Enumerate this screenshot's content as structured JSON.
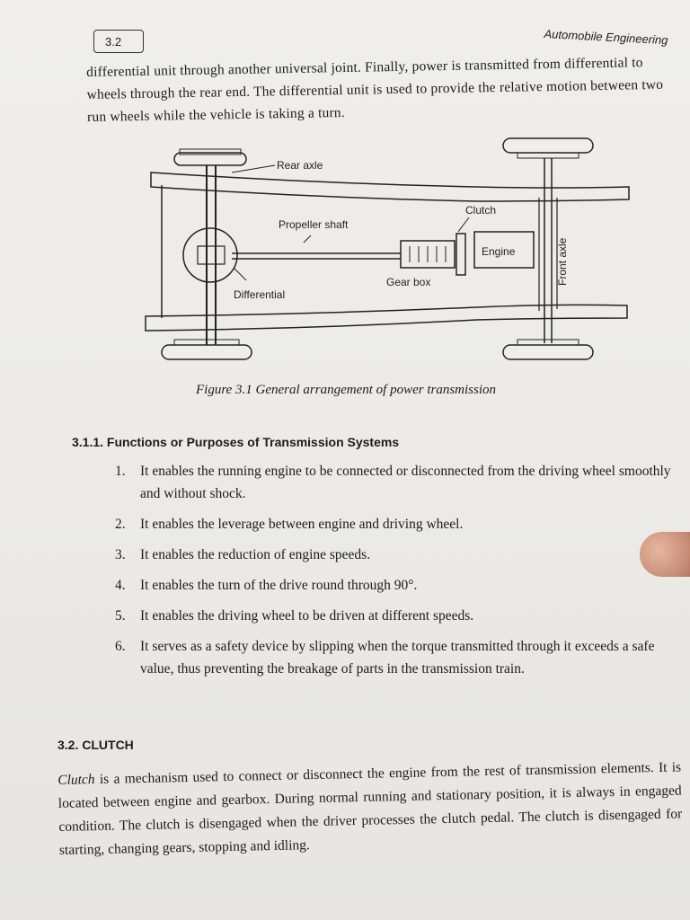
{
  "header": {
    "page_number": "3.2",
    "book_title": "Automobile Engineering"
  },
  "intro_text": "differential unit through another universal joint. Finally, power is transmitted from differential to wheels through the rear end. The differential unit is used to provide the relative motion between two run wheels while the vehicle is taking a turn.",
  "figure": {
    "labels": {
      "rear_axle": "Rear axle",
      "propeller_shaft": "Propeller shaft",
      "clutch": "Clutch",
      "engine": "Engine",
      "front_axle": "Front axle",
      "gear_box": "Gear box",
      "differential": "Differential"
    },
    "caption": "Figure 3.1 General arrangement of power transmission"
  },
  "section_311": {
    "heading": "3.1.1.  Functions or Purposes of Transmission Systems",
    "items": [
      {
        "num": "1.",
        "text": "It enables the running engine to be connected or disconnected from the driving wheel smoothly and without shock."
      },
      {
        "num": "2.",
        "text": "It enables the leverage between engine and driving wheel."
      },
      {
        "num": "3.",
        "text": "It enables the reduction of engine speeds."
      },
      {
        "num": "4.",
        "text": "It enables the turn of the drive round through 90°."
      },
      {
        "num": "5.",
        "text": "It enables the driving wheel to be driven at different speeds."
      },
      {
        "num": "6.",
        "text": "It serves as a safety device by slipping when the torque transmitted through it exceeds a safe value, thus preventing the breakage of parts in the transmission train."
      }
    ]
  },
  "section_32": {
    "heading": "3.2.  CLUTCH",
    "lead_word": "Clutch",
    "body": " is a mechanism used to connect or disconnect the engine from the rest of transmission elements. It is located between engine and gearbox. During normal running and stationary position, it is always in engaged condition. The clutch is disengaged when the driver processes the clutch pedal. The clutch is disengaged for starting, changing gears, stopping and idling."
  }
}
